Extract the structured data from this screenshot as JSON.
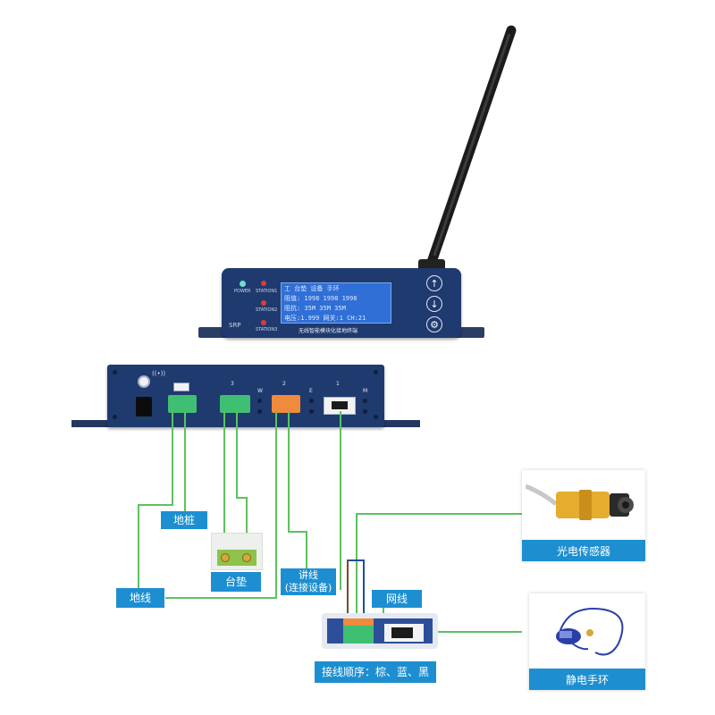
{
  "device": {
    "panel_title": "无线智能模块化接地终端",
    "brand": "SRP",
    "leds": {
      "power": "POWER",
      "station1": "STATION1",
      "station2": "STATION2",
      "station3": "STATION3"
    },
    "lcd": {
      "row1": "工  台垫  设备  手环",
      "row2": "阻值: 1998  1998  1998",
      "row3": "阻抗: 35M   35M   35M",
      "row4": "电压:1.999  网关:1   CH:21"
    },
    "buttons": [
      "up",
      "down",
      "settings"
    ]
  },
  "back_panel": {
    "port_labels": [
      "3",
      "W",
      "2",
      "E",
      "1",
      "M"
    ],
    "wifi_symbol": "((•))"
  },
  "labels": {
    "ground_pile": "地桩",
    "mat": "台垫",
    "ground_wire": "地线",
    "lecture_line": "讲线",
    "lecture_line_sub": "(连接设备)",
    "network_cable": "网线",
    "wiring_order": "接线顺序：棕、蓝、黑",
    "photo_sensor": "光电传感器",
    "wrist_strap": "静电手环"
  },
  "colors": {
    "accent_blue": "#1d8fd1",
    "wire_green": "#5cc25e",
    "device_navy": "#1f3a6e",
    "terminal_green": "#3fbf72",
    "terminal_orange": "#f08a3c"
  }
}
